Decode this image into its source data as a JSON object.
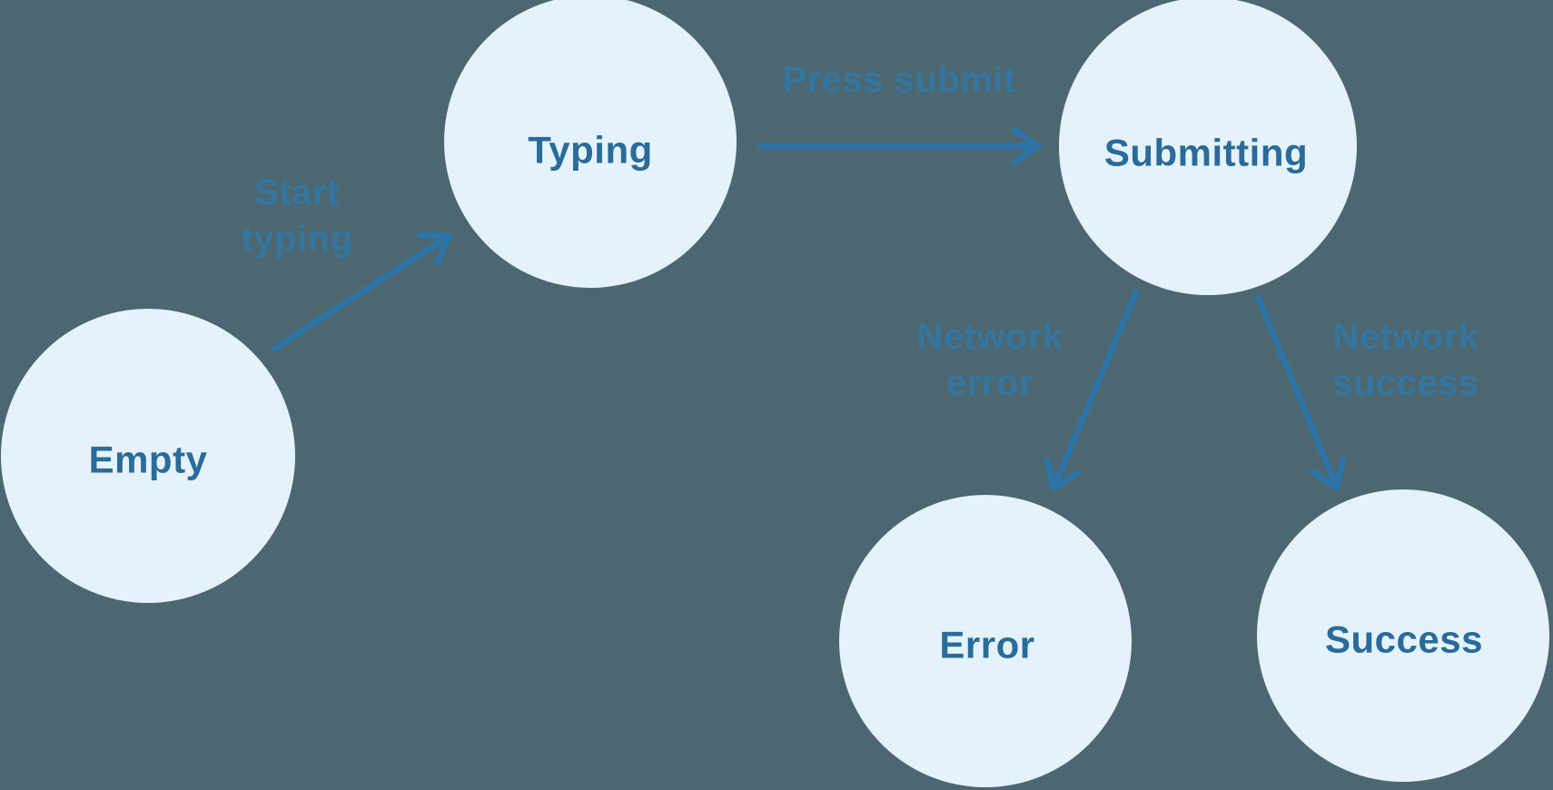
{
  "diagram": {
    "type": "state-machine",
    "colors": {
      "background": "#4C6770",
      "node_fill": "#E4F2FC",
      "node_text": "#2A6B99",
      "edge_stroke": "#2E74A6",
      "edge_label": "#3478A6"
    },
    "nodes": [
      {
        "id": "empty",
        "label": "Empty"
      },
      {
        "id": "typing",
        "label": "Typing"
      },
      {
        "id": "submitting",
        "label": "Submitting"
      },
      {
        "id": "error",
        "label": "Error"
      },
      {
        "id": "success",
        "label": "Success"
      }
    ],
    "edges": [
      {
        "from": "empty",
        "to": "typing",
        "label": "Start typing",
        "label_lines": [
          "Start",
          "typing"
        ]
      },
      {
        "from": "typing",
        "to": "submitting",
        "label": "Press submit",
        "label_lines": [
          "Press submit"
        ]
      },
      {
        "from": "submitting",
        "to": "error",
        "label": "Network error",
        "label_lines": [
          "Network",
          "error"
        ]
      },
      {
        "from": "submitting",
        "to": "success",
        "label": "Network success",
        "label_lines": [
          "Network",
          "success"
        ]
      }
    ]
  }
}
